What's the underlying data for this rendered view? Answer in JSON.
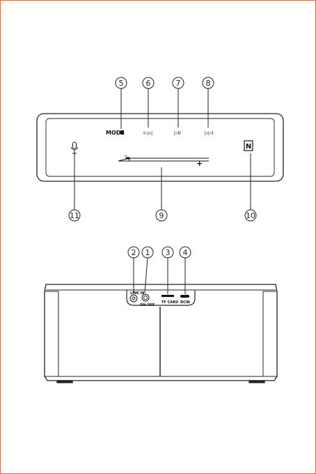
{
  "top_panel": {
    "buttons": {
      "mode": "MODE",
      "prev": "I◁◁",
      "play_pause": "▷II",
      "next": "▷▷I",
      "volume_minus": "−",
      "volume_plus": "+",
      "nfc": "N",
      "mic_icon": "microphone-icon"
    },
    "callouts": [
      {
        "id": "callout-5",
        "label": "5"
      },
      {
        "id": "callout-6",
        "label": "6"
      },
      {
        "id": "callout-7",
        "label": "7"
      },
      {
        "id": "callout-8",
        "label": "8"
      },
      {
        "id": "callout-11",
        "label": "11"
      },
      {
        "id": "callout-9",
        "label": "9"
      },
      {
        "id": "callout-10",
        "label": "10"
      }
    ]
  },
  "back_panel": {
    "ports": {
      "line_in": "LINE IN",
      "switch": "ON  OFF",
      "tf_card": "TF CARD",
      "dc_in": "DCIN"
    },
    "callouts": [
      {
        "id": "callout-2",
        "label": "2"
      },
      {
        "id": "callout-1",
        "label": "1"
      },
      {
        "id": "callout-3",
        "label": "3"
      },
      {
        "id": "callout-4",
        "label": "4"
      }
    ]
  },
  "colors": {
    "line": "#222222",
    "page_border": "#e06040"
  }
}
